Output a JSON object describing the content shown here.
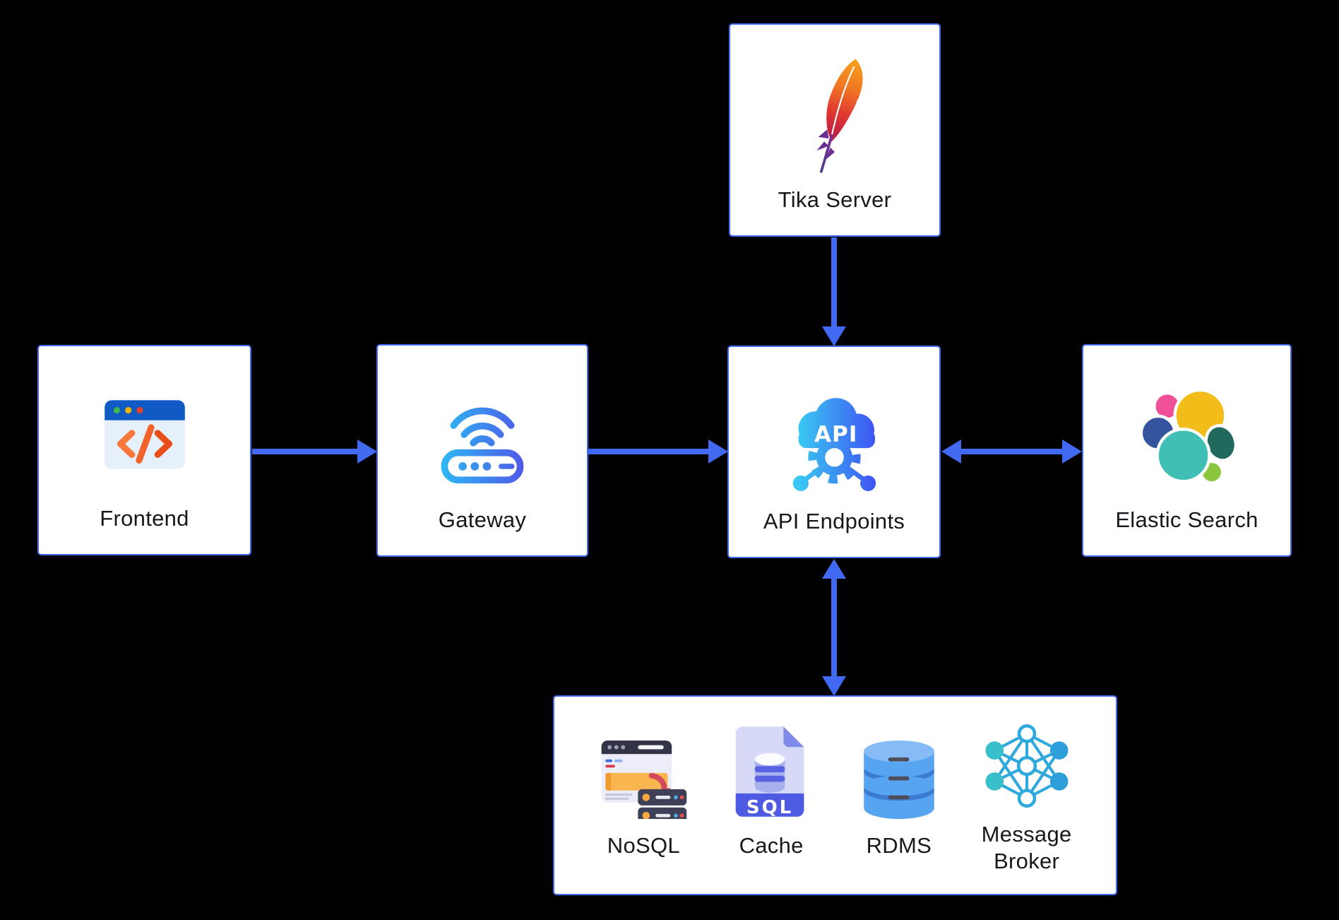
{
  "colors": {
    "background": "#000000",
    "accent": "#4169f1",
    "box_bg": "#ffffff",
    "label_text": "#17181d"
  },
  "nodes": {
    "tika": {
      "label": "Tika Server",
      "icon": "apache-feather-icon"
    },
    "frontend": {
      "label": "Frontend",
      "icon": "code-browser-icon"
    },
    "gateway": {
      "label": "Gateway",
      "icon": "wifi-router-icon"
    },
    "api": {
      "label": "API Endpoints",
      "icon": "api-cloud-gear-icon",
      "icon_text": "API"
    },
    "elastic": {
      "label": "Elastic Search",
      "icon": "elasticsearch-logo-icon"
    }
  },
  "datastores": {
    "items": [
      {
        "label": "NoSQL",
        "icon": "nosql-browser-servers-icon"
      },
      {
        "label": "Cache",
        "icon": "sql-file-icon",
        "icon_text": "SQL"
      },
      {
        "label": "RDMS",
        "icon": "database-cylinder-icon"
      },
      {
        "label": "Message Broker",
        "icon": "message-broker-network-icon"
      }
    ]
  },
  "edges": [
    {
      "from": "frontend",
      "to": "gateway",
      "direction": "one-way"
    },
    {
      "from": "gateway",
      "to": "api",
      "direction": "one-way"
    },
    {
      "from": "tika",
      "to": "api",
      "direction": "one-way"
    },
    {
      "from": "api",
      "to": "elastic",
      "direction": "two-way"
    },
    {
      "from": "api",
      "to": "datastores",
      "direction": "two-way"
    }
  ]
}
